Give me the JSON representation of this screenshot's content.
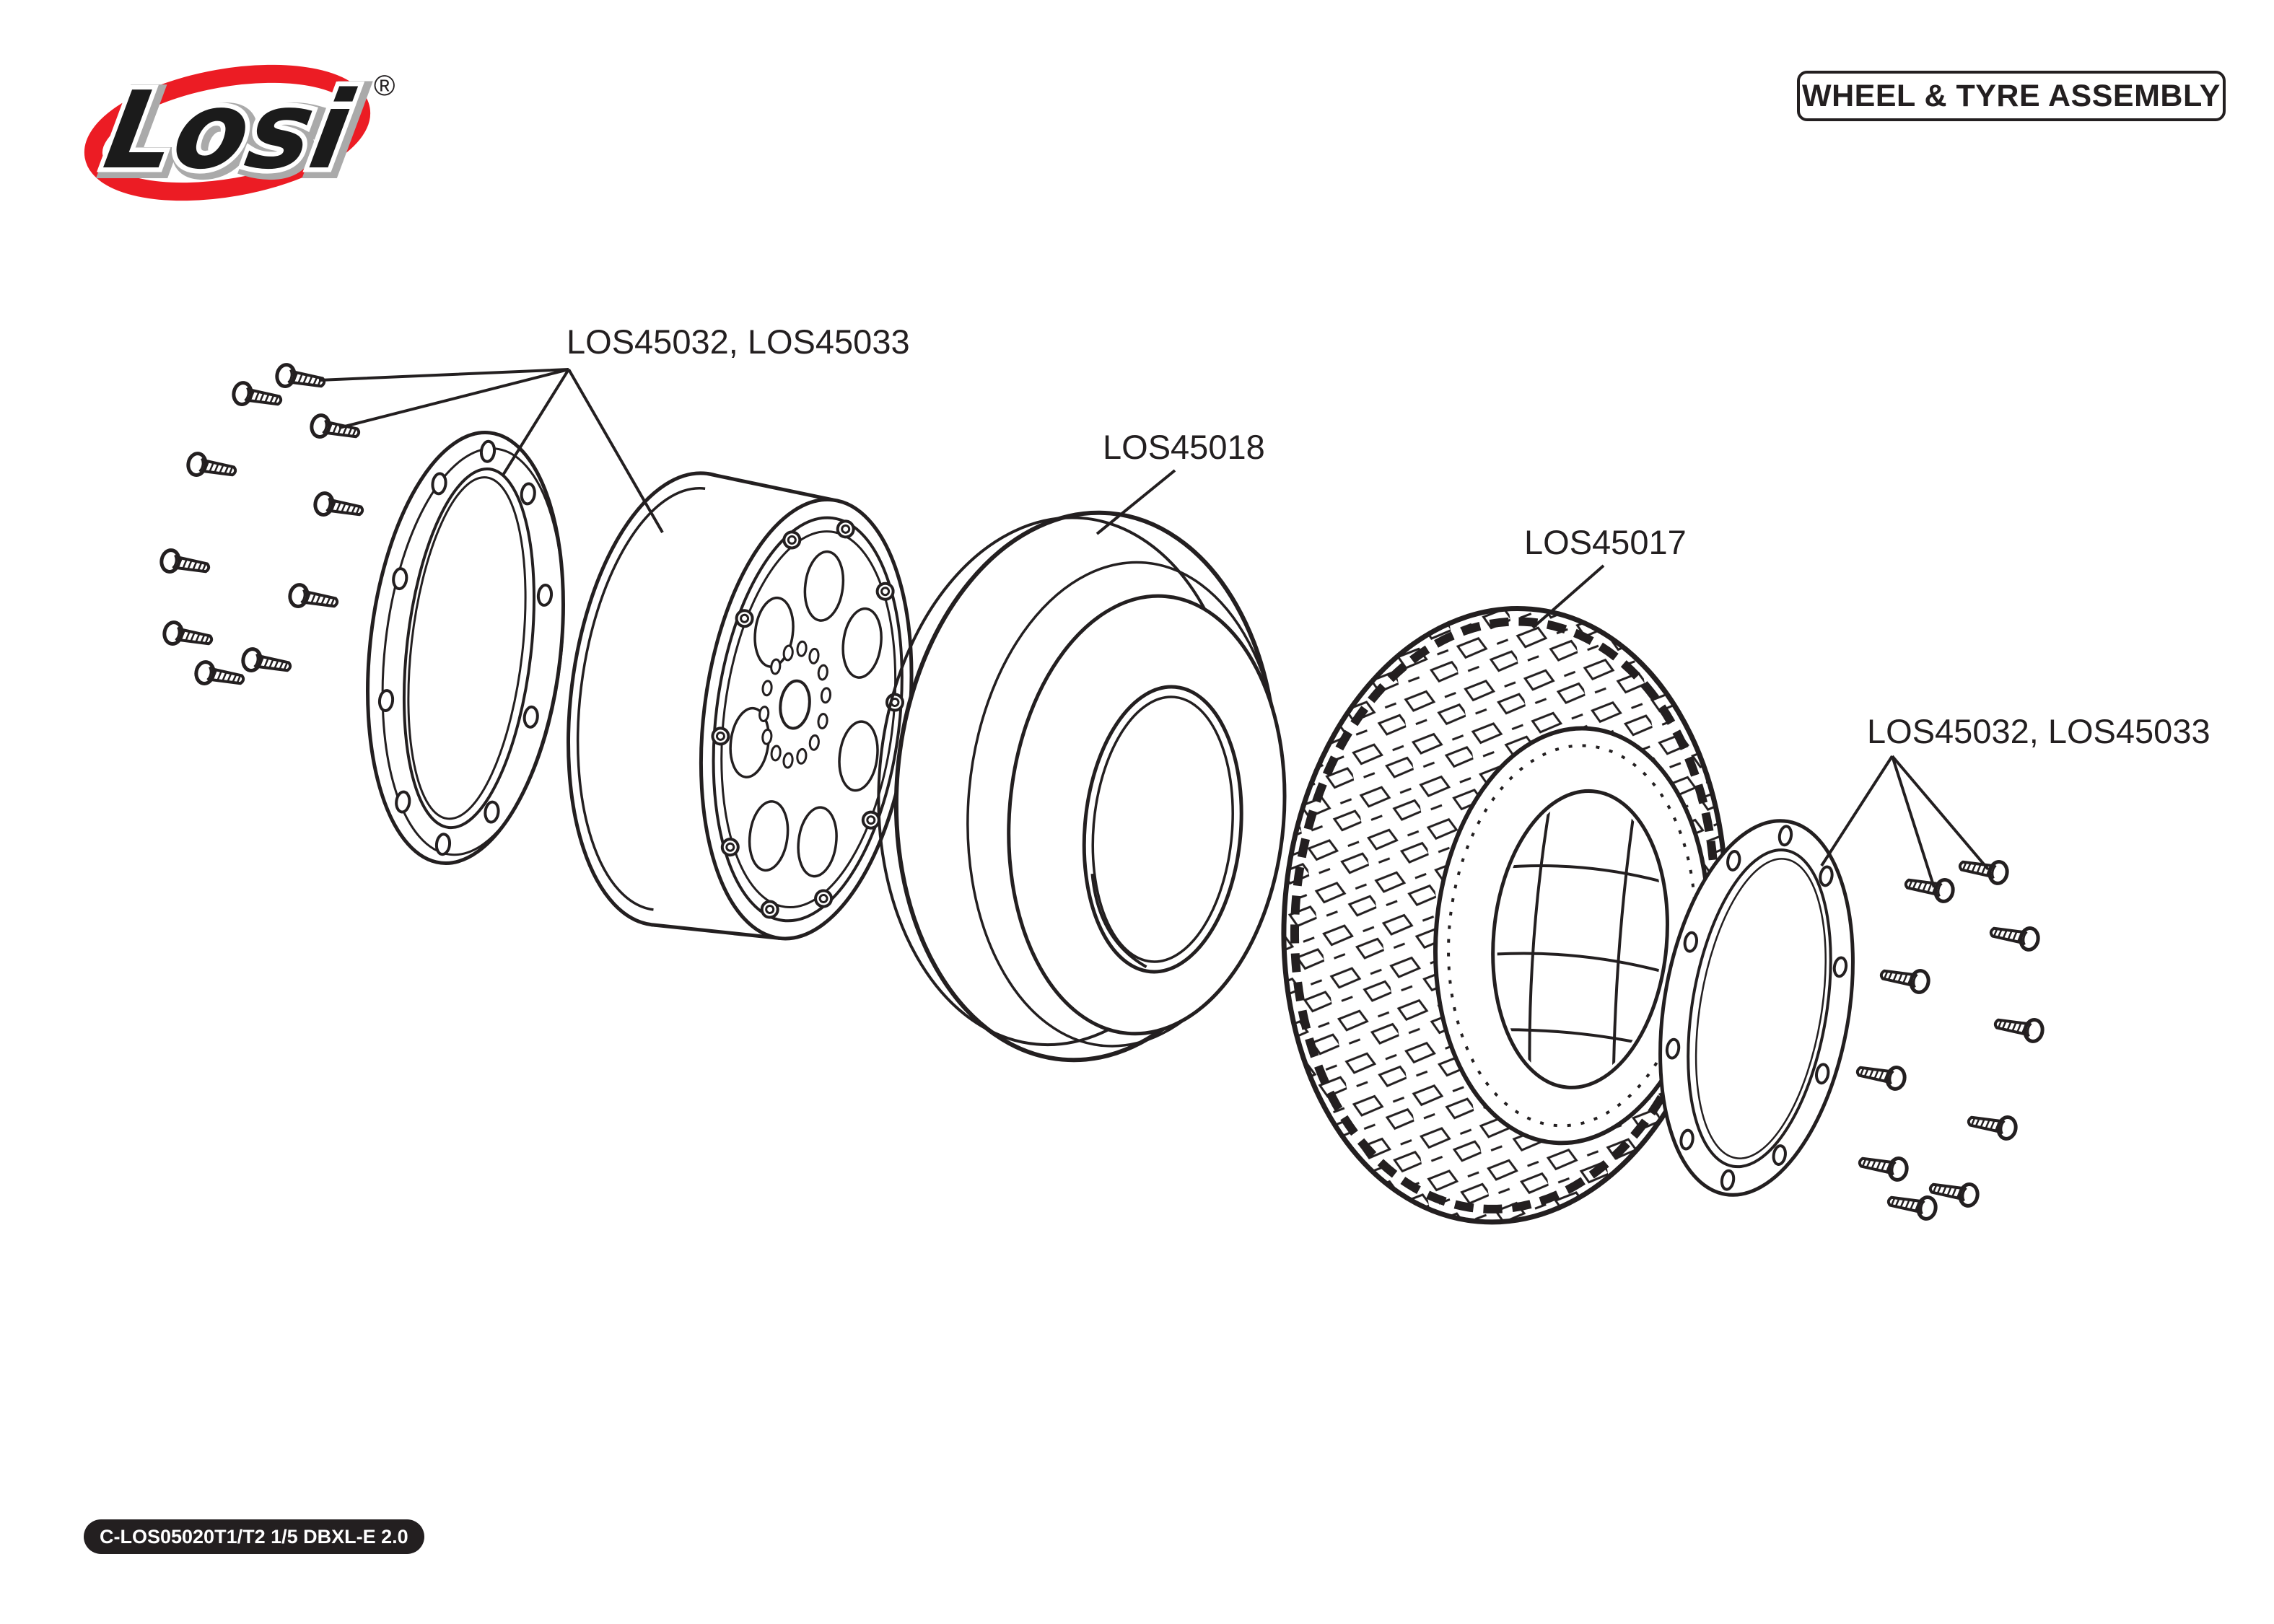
{
  "header": {
    "title": "WHEEL & TYRE ASSEMBLY"
  },
  "logo": {
    "brand": "Losi",
    "registered_mark": "®"
  },
  "diagram": {
    "labels": {
      "beadlock_front": "LOS45032, LOS45033",
      "tyre_slick": "LOS45018",
      "tyre_treaded": "LOS45017",
      "beadlock_rear": "LOS45032, LOS45033"
    },
    "parts": [
      {
        "name": "beadlock-ring-front",
        "part_numbers": "LOS45032, LOS45033"
      },
      {
        "name": "beadlock-screws-front",
        "part_numbers": "LOS45032, LOS45033"
      },
      {
        "name": "tyre-slick",
        "part_numbers": "LOS45018"
      },
      {
        "name": "tyre-treaded",
        "part_numbers": "LOS45017"
      },
      {
        "name": "beadlock-ring-rear",
        "part_numbers": "LOS45032, LOS45033"
      },
      {
        "name": "beadlock-screws-rear",
        "part_numbers": "LOS45032, LOS45033"
      }
    ]
  },
  "footer": {
    "part_code": "C-LOS05020T1/T2 1/5 DBXL-E 2.0"
  },
  "colors": {
    "ink": "#231F20",
    "brand_red": "#EC1C24",
    "paper": "#FFFFFF"
  }
}
